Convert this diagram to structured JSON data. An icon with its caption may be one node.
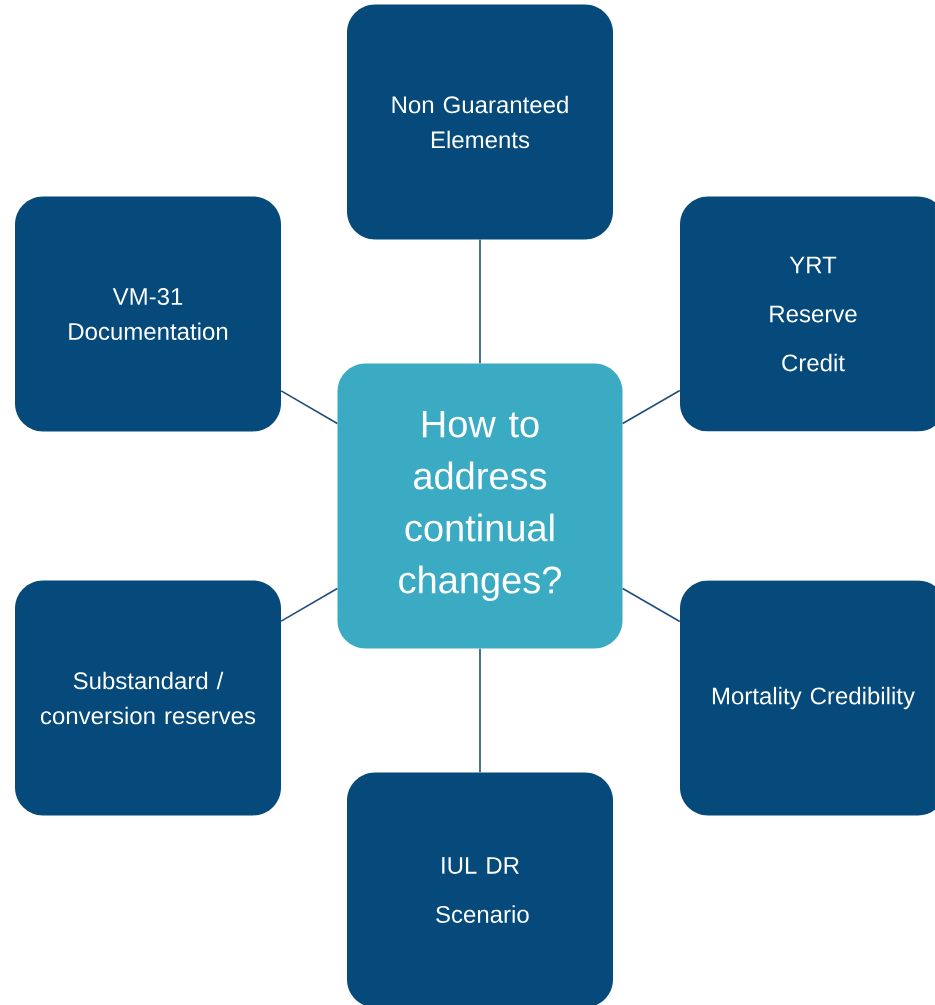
{
  "diagram": {
    "nodes": [
      {
        "text": [
          "Non Guaranteed Elements"
        ]
      },
      {
        "text": [
          "VM-31 Documentation"
        ]
      },
      {
        "text": [
          "YRT Reserve Credit"
        ]
      },
      {
        "text": [
          "How to address continual changes?"
        ]
      },
      {
        "text": [
          "Substandard / conversion reserves"
        ]
      },
      {
        "text": [
          "Mortality Credibility"
        ]
      },
      {
        "text": [
          "IUL DR Scenario"
        ]
      }
    ],
    "edges": [
      {
        "from": 3,
        "to": 0,
        "arrow": "none"
      },
      {
        "from": 3,
        "to": 1,
        "arrow": "none"
      },
      {
        "from": 3,
        "to": 2,
        "arrow": "none"
      },
      {
        "from": 3,
        "to": 4,
        "arrow": "none"
      },
      {
        "from": 3,
        "to": 5,
        "arrow": "none"
      },
      {
        "from": 3,
        "to": 6,
        "arrow": "none"
      }
    ]
  }
}
